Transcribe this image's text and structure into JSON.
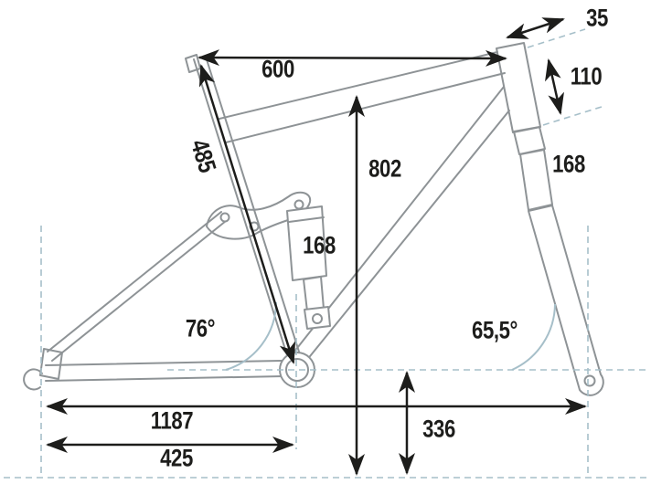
{
  "diagram": {
    "dimensions": {
      "top_span": "600",
      "seat_tube": "485",
      "head_top_offset": "35",
      "head_tube": "110",
      "fork": "168",
      "shock": "168",
      "standover_height": "802",
      "seat_tube_angle": "76°",
      "head_tube_angle": "65,5°",
      "wheelbase": "1187",
      "chainstay": "425",
      "bb_height": "336"
    },
    "colors": {
      "background": "#ffffff",
      "frame_line": "#8e9396",
      "dimension_line": "#1d1d1b",
      "guide_line": "#a6bfc9"
    }
  }
}
